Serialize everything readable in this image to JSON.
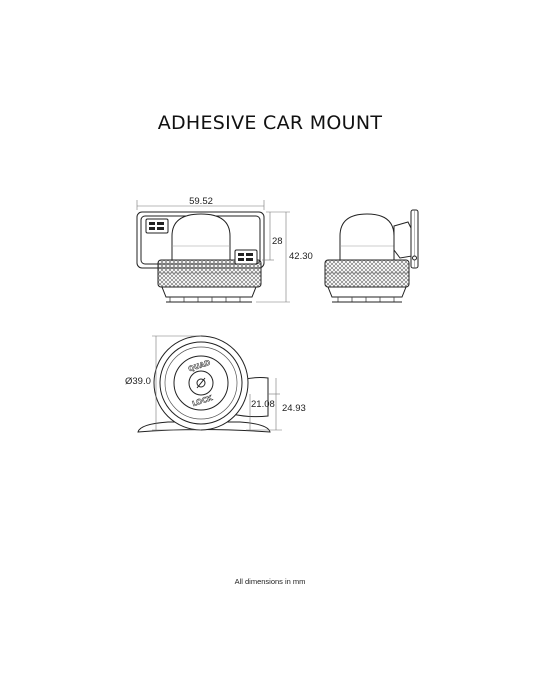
{
  "title": "ADHESIVE CAR MOUNT",
  "footer": "All dimensions in mm",
  "dimensions": {
    "width": "59.52",
    "height_inner": "28",
    "height_total": "42.30",
    "diameter": "Ø39.0",
    "side_inner": "21.08",
    "side_total": "24.93"
  },
  "logo": {
    "line1": "QUAD",
    "line2": "LOCK"
  },
  "colors": {
    "line": "#222222",
    "dim_line": "#777777",
    "hatch": "#555555"
  }
}
